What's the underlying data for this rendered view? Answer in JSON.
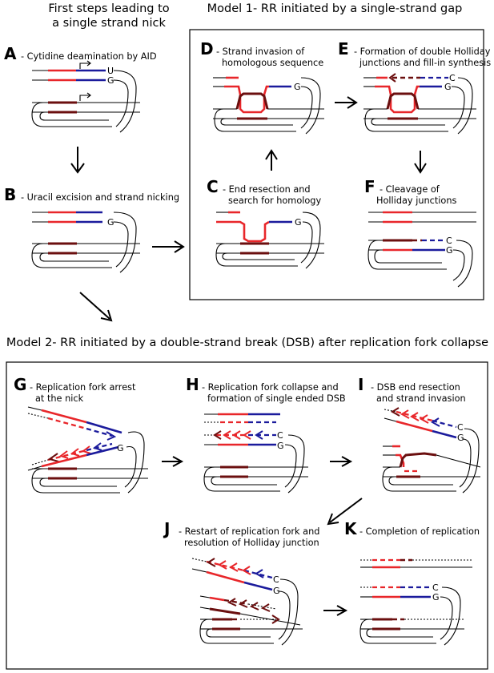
{
  "headings": {
    "first_steps": [
      "First steps leading to",
      "a single strand nick"
    ],
    "model1": "Model 1- RR initiated by a single-strand gap",
    "model2": "Model 2- RR initiated by a double-strand break (DSB) after replication fork collapse"
  },
  "panels": {
    "A": {
      "letter": "A",
      "lines": [
        "- Cytidine deamination by AID"
      ]
    },
    "B": {
      "letter": "B",
      "lines": [
        "- Uracil excision and strand nicking"
      ]
    },
    "C": {
      "letter": "C",
      "lines": [
        "- End resection and",
        "search for homology"
      ]
    },
    "D": {
      "letter": "D",
      "lines": [
        "- Strand invasion of",
        "homologous sequence"
      ]
    },
    "E": {
      "letter": "E",
      "lines": [
        "- Formation of double Holliday",
        "junctions and fill-in synthesis"
      ]
    },
    "F": {
      "letter": "F",
      "lines": [
        "- Cleavage of",
        "Holliday junctions"
      ]
    },
    "G": {
      "letter": "G",
      "lines": [
        "- Replication fork arrest",
        "at the nick"
      ]
    },
    "H": {
      "letter": "H",
      "lines": [
        "- Replication fork collapse and",
        "formation of single ended DSB"
      ]
    },
    "I": {
      "letter": "I",
      "lines": [
        "- DSB end resection",
        "and strand invasion"
      ]
    },
    "J": {
      "letter": "J",
      "lines": [
        "- Restart of replication fork and",
        "resolution of Holliday junction"
      ]
    },
    "K": {
      "letter": "K",
      "lines": [
        "- Completion of replication"
      ]
    }
  },
  "nucleotides": {
    "uracil": "U",
    "guanine": "G",
    "cytosine": "C"
  },
  "colors": {
    "red": "#e8262a",
    "blue": "#1b1b9c",
    "dark_red": "#6b0f0f",
    "black": "#000000"
  }
}
